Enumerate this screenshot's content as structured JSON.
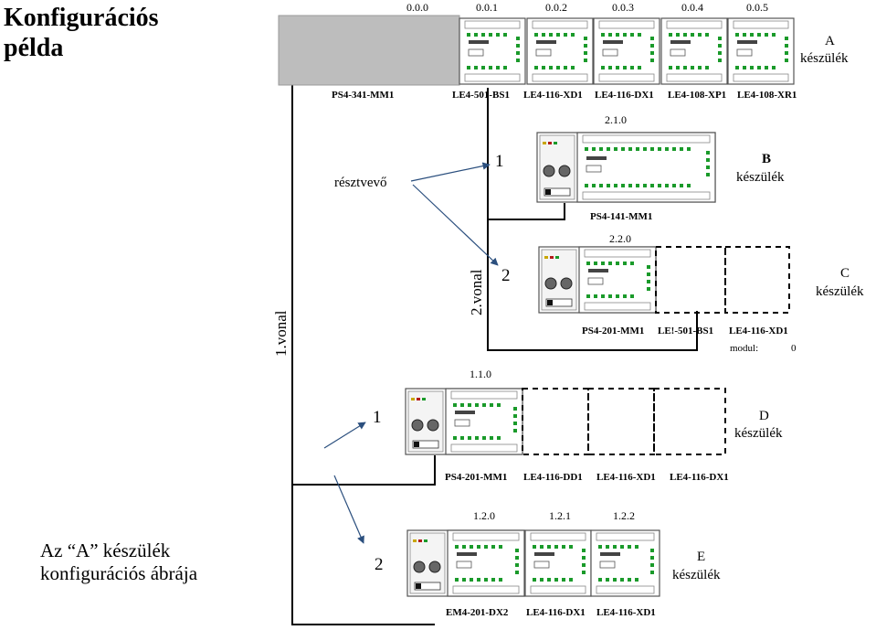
{
  "title_lines": [
    "Konfigurációs",
    "példa"
  ],
  "caption_lines": [
    "Az “A” készülék",
    "konfigurációs ábrája"
  ],
  "line_labels": {
    "line1": "1.vonal",
    "line2": "2.vonal"
  },
  "participant_label": "résztvevő",
  "modul_label": "modul:",
  "modul_value": "0",
  "devices": {
    "A": {
      "letter": "A",
      "word": "készülék",
      "addresses": [
        "0.0.0",
        "0.0.1",
        "0.0.2",
        "0.0.3",
        "0.0.4",
        "0.0.5"
      ],
      "modules": [
        "PS4-341-MM1",
        "LE4-501-BS1",
        "LE4-116-XD1",
        "LE4-116-DX1",
        "LE4-108-XP1",
        "LE4-108-XR1"
      ]
    },
    "B": {
      "letter": "B",
      "word": "készülék",
      "number": "1",
      "addresses": [
        "2.1.0"
      ],
      "modules": [
        "PS4-141-MM1"
      ]
    },
    "C": {
      "letter": "C",
      "word": "készülék",
      "number": "2",
      "addresses": [
        "2.2.0"
      ],
      "modules": [
        "PS4-201-MM1",
        "LE!-501-BS1",
        "LE4-116-XD1"
      ]
    },
    "D": {
      "letter": "D",
      "word": "készülék",
      "number": "1",
      "addresses": [
        "1.1.0"
      ],
      "modules": [
        "PS4-201-MM1",
        "LE4-116-DD1",
        "LE4-116-XD1",
        "LE4-116-DX1"
      ]
    },
    "E": {
      "letter": "E",
      "word": "készülék",
      "number": "2",
      "addresses": [
        "1.2.0",
        "1.2.1",
        "1.2.2"
      ],
      "modules": [
        "EM4-201-DX2",
        "LE4-116-DX1",
        "LE4-116-XD1"
      ]
    }
  },
  "colors": {
    "line": "#000000",
    "arrow": "#2b4f7e",
    "led": "#1a9a2a",
    "device_frame": "#555555",
    "cpu_gray": "#bdbdbd"
  }
}
